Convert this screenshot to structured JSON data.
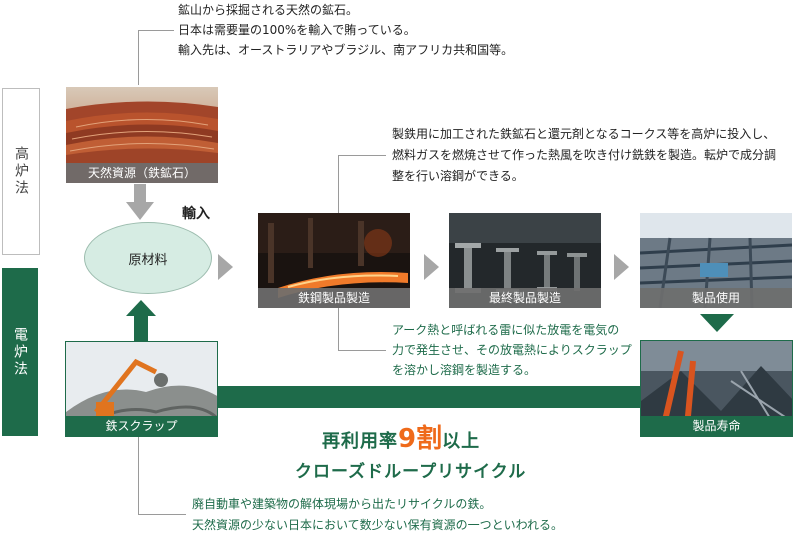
{
  "side": {
    "blast_furnace": "高炉法",
    "electric_furnace": "電炉法"
  },
  "notes": {
    "ore": [
      "鉱山から採掘される天然の鉱石。",
      "日本は需要量の100%を輸入で賄っている。",
      "輸入先は、オーストラリアやブラジル、南アフリカ共和国等。"
    ],
    "furnace": [
      "製鉄用に加工された鉄鉱石と還元剤となるコークス等を高炉に投入し、",
      "燃料ガスを燃焼させて作った熱風を吹き付け銑鉄を製造。転炉で成分調",
      "整を行い溶鋼ができる。"
    ],
    "arc": [
      "アーク熱と呼ばれる雷に似た放電を電気の",
      "力で発生させ、その放電熱によりスクラップ",
      "を溶かし溶鋼を製造する。"
    ],
    "scrap": [
      "廃自動車や建築物の解体現場から出たリサイクルの鉄。",
      "天然資源の少ない日本において数少ない保有資源の一つといわれる。"
    ]
  },
  "labels": {
    "ore": "天然資源（鉄鉱石）",
    "import": "輸入",
    "raw": "原材料",
    "manufacture": "鉄鋼製品製造",
    "final": "最終製品製造",
    "use": "製品使用",
    "scrap": "鉄スクラップ",
    "life": "製品寿命"
  },
  "recycle": {
    "prefix": "再利用率",
    "value": "9割",
    "suffix": "以上",
    "closed_loop": "クローズドループリサイクル"
  },
  "colors": {
    "green": "#1e6b4a",
    "orange": "#ef6a1a",
    "gray_arrow": "#a7a7a7"
  }
}
